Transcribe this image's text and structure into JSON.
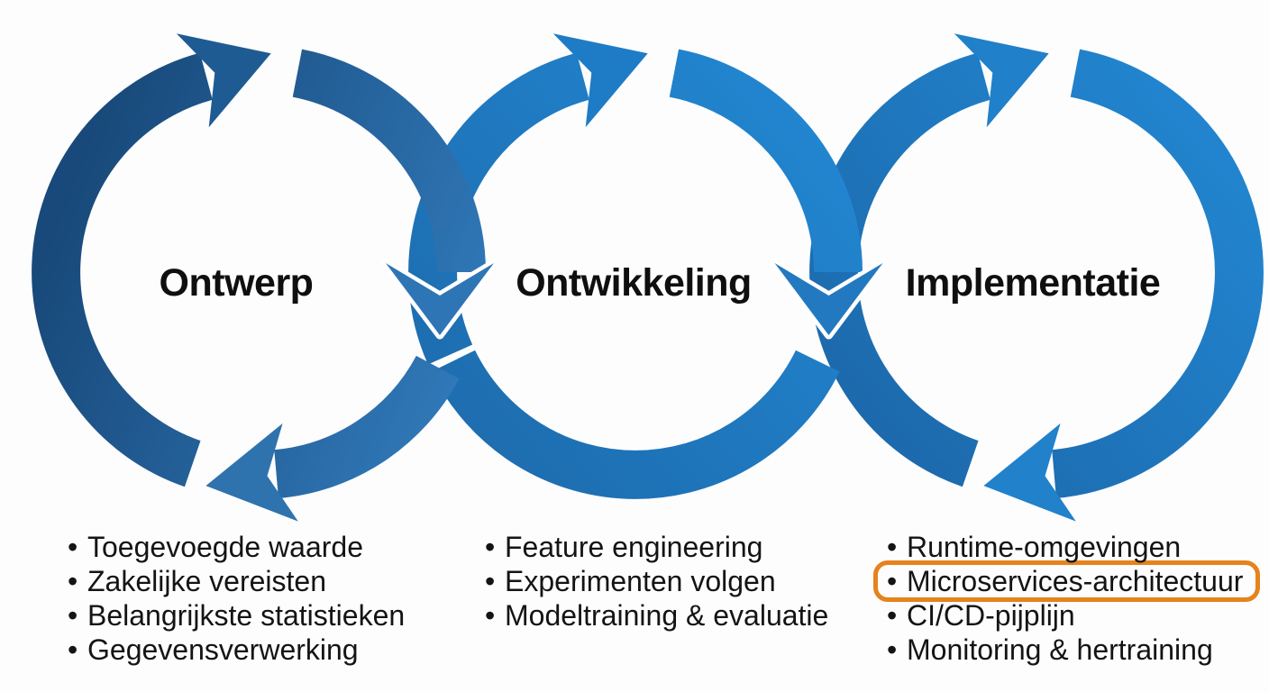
{
  "background": "#fdfdfd",
  "text_color": "#141414",
  "bullet_char": "•",
  "highlight": {
    "color": "#e5831c"
  },
  "cycles": [
    {
      "id": "ontwerp",
      "label": "Ontwerp",
      "bullets": [
        "Toegevoegde waarde",
        "Zakelijke vereisten",
        "Belangrijkste statistieken",
        "Gegevensverwerking"
      ],
      "highlight_index": null,
      "colors": {
        "grad_start": "#18497a",
        "grad_end": "#3078b8",
        "top_arrow": "#1e5b92",
        "bottom_arrow": "#2e73ad"
      }
    },
    {
      "id": "ontwikkeling",
      "label": "Ontwikkeling",
      "bullets": [
        "Feature engineering",
        "Experimenten volgen",
        "Modeltraining & evaluatie"
      ],
      "highlight_index": null,
      "colors": {
        "grad_start": "#1d6bad",
        "grad_end": "#2287d2",
        "top_arrow": "#1e7cc6"
      }
    },
    {
      "id": "implementatie",
      "label": "Implementatie",
      "bullets": [
        "Runtime-omgevingen",
        "Microservices-architectuur",
        "CI/CD-pijplijn",
        "Monitoring & hertraining"
      ],
      "highlight_index": 1,
      "colors": {
        "grad_start": "#1c67a9",
        "grad_end": "#2287d2",
        "top_arrow": "#2080c9",
        "bottom_arrow": "#2181cb"
      }
    }
  ],
  "junction_arrows": [
    {
      "between": "ontwerp-ontwikkeling",
      "color": "#2e75b5"
    },
    {
      "between": "ontwikkeling-implementatie",
      "color": "#2379c0"
    }
  ]
}
